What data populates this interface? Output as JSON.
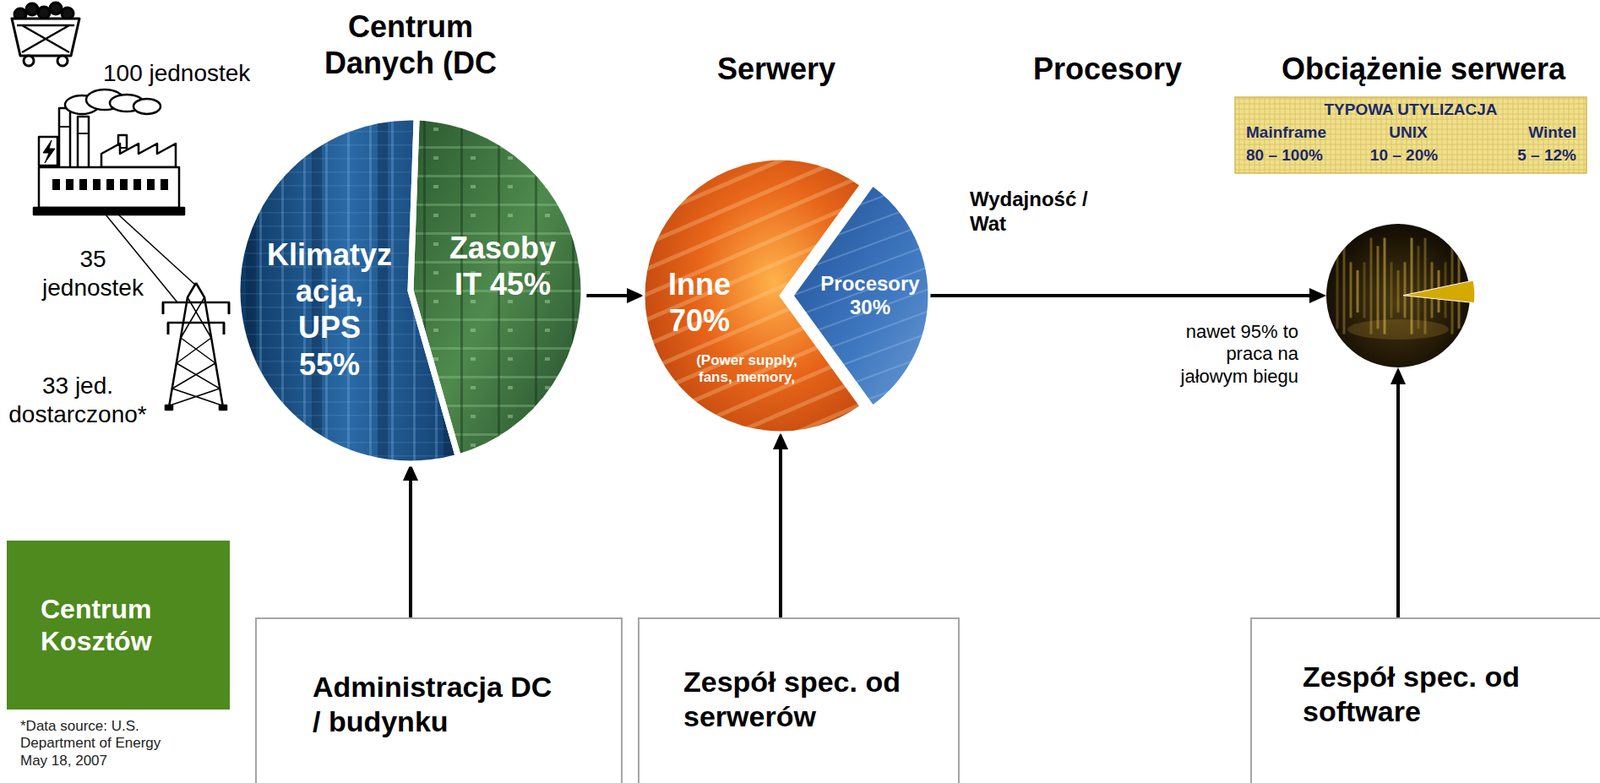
{
  "diagram": {
    "nodes": [
      {
        "text": [
          "Centrum Danych (DC",
          "Klimatyz acja, UPS 55%",
          "Zasoby IT 45%"
        ]
      },
      {
        "text": [
          "Serwery",
          "Inne 70%",
          "(Power supply, fans, memory,",
          "Procesory 30%"
        ]
      },
      {
        "text": [
          "Obciążenie serwera"
        ]
      },
      {
        "text": [
          "Centrum Kosztów"
        ]
      },
      {
        "text": [
          "Administracja DC / budynku"
        ]
      },
      {
        "text": [
          "Zespół spec. od serwerów"
        ]
      },
      {
        "text": [
          "Zespół spec. od software"
        ]
      }
    ],
    "edges": [
      {
        "from": 0,
        "to": 1,
        "arrow": "to"
      },
      {
        "from": 1,
        "to": 2,
        "arrow": "to",
        "label": "Wydajność / Wat"
      },
      {
        "from": 4,
        "to": 0,
        "arrow": "to"
      },
      {
        "from": 5,
        "to": 1,
        "arrow": "to"
      },
      {
        "from": 6,
        "to": 2,
        "arrow": "to"
      }
    ],
    "labels": [
      "100 jednostek",
      "35 jednostek",
      "33 jed. dostarczono*",
      "Procesory",
      "TYPOWA UTYLIZACJA",
      "Mainframe",
      "UNIX",
      "Wintel",
      "80 – 100%",
      "10 – 20%",
      "5 – 12%",
      "nawet 95% to praca na jałowym biegu",
      "*Data source: U.S. Department of Energy May 18, 2007"
    ]
  }
}
